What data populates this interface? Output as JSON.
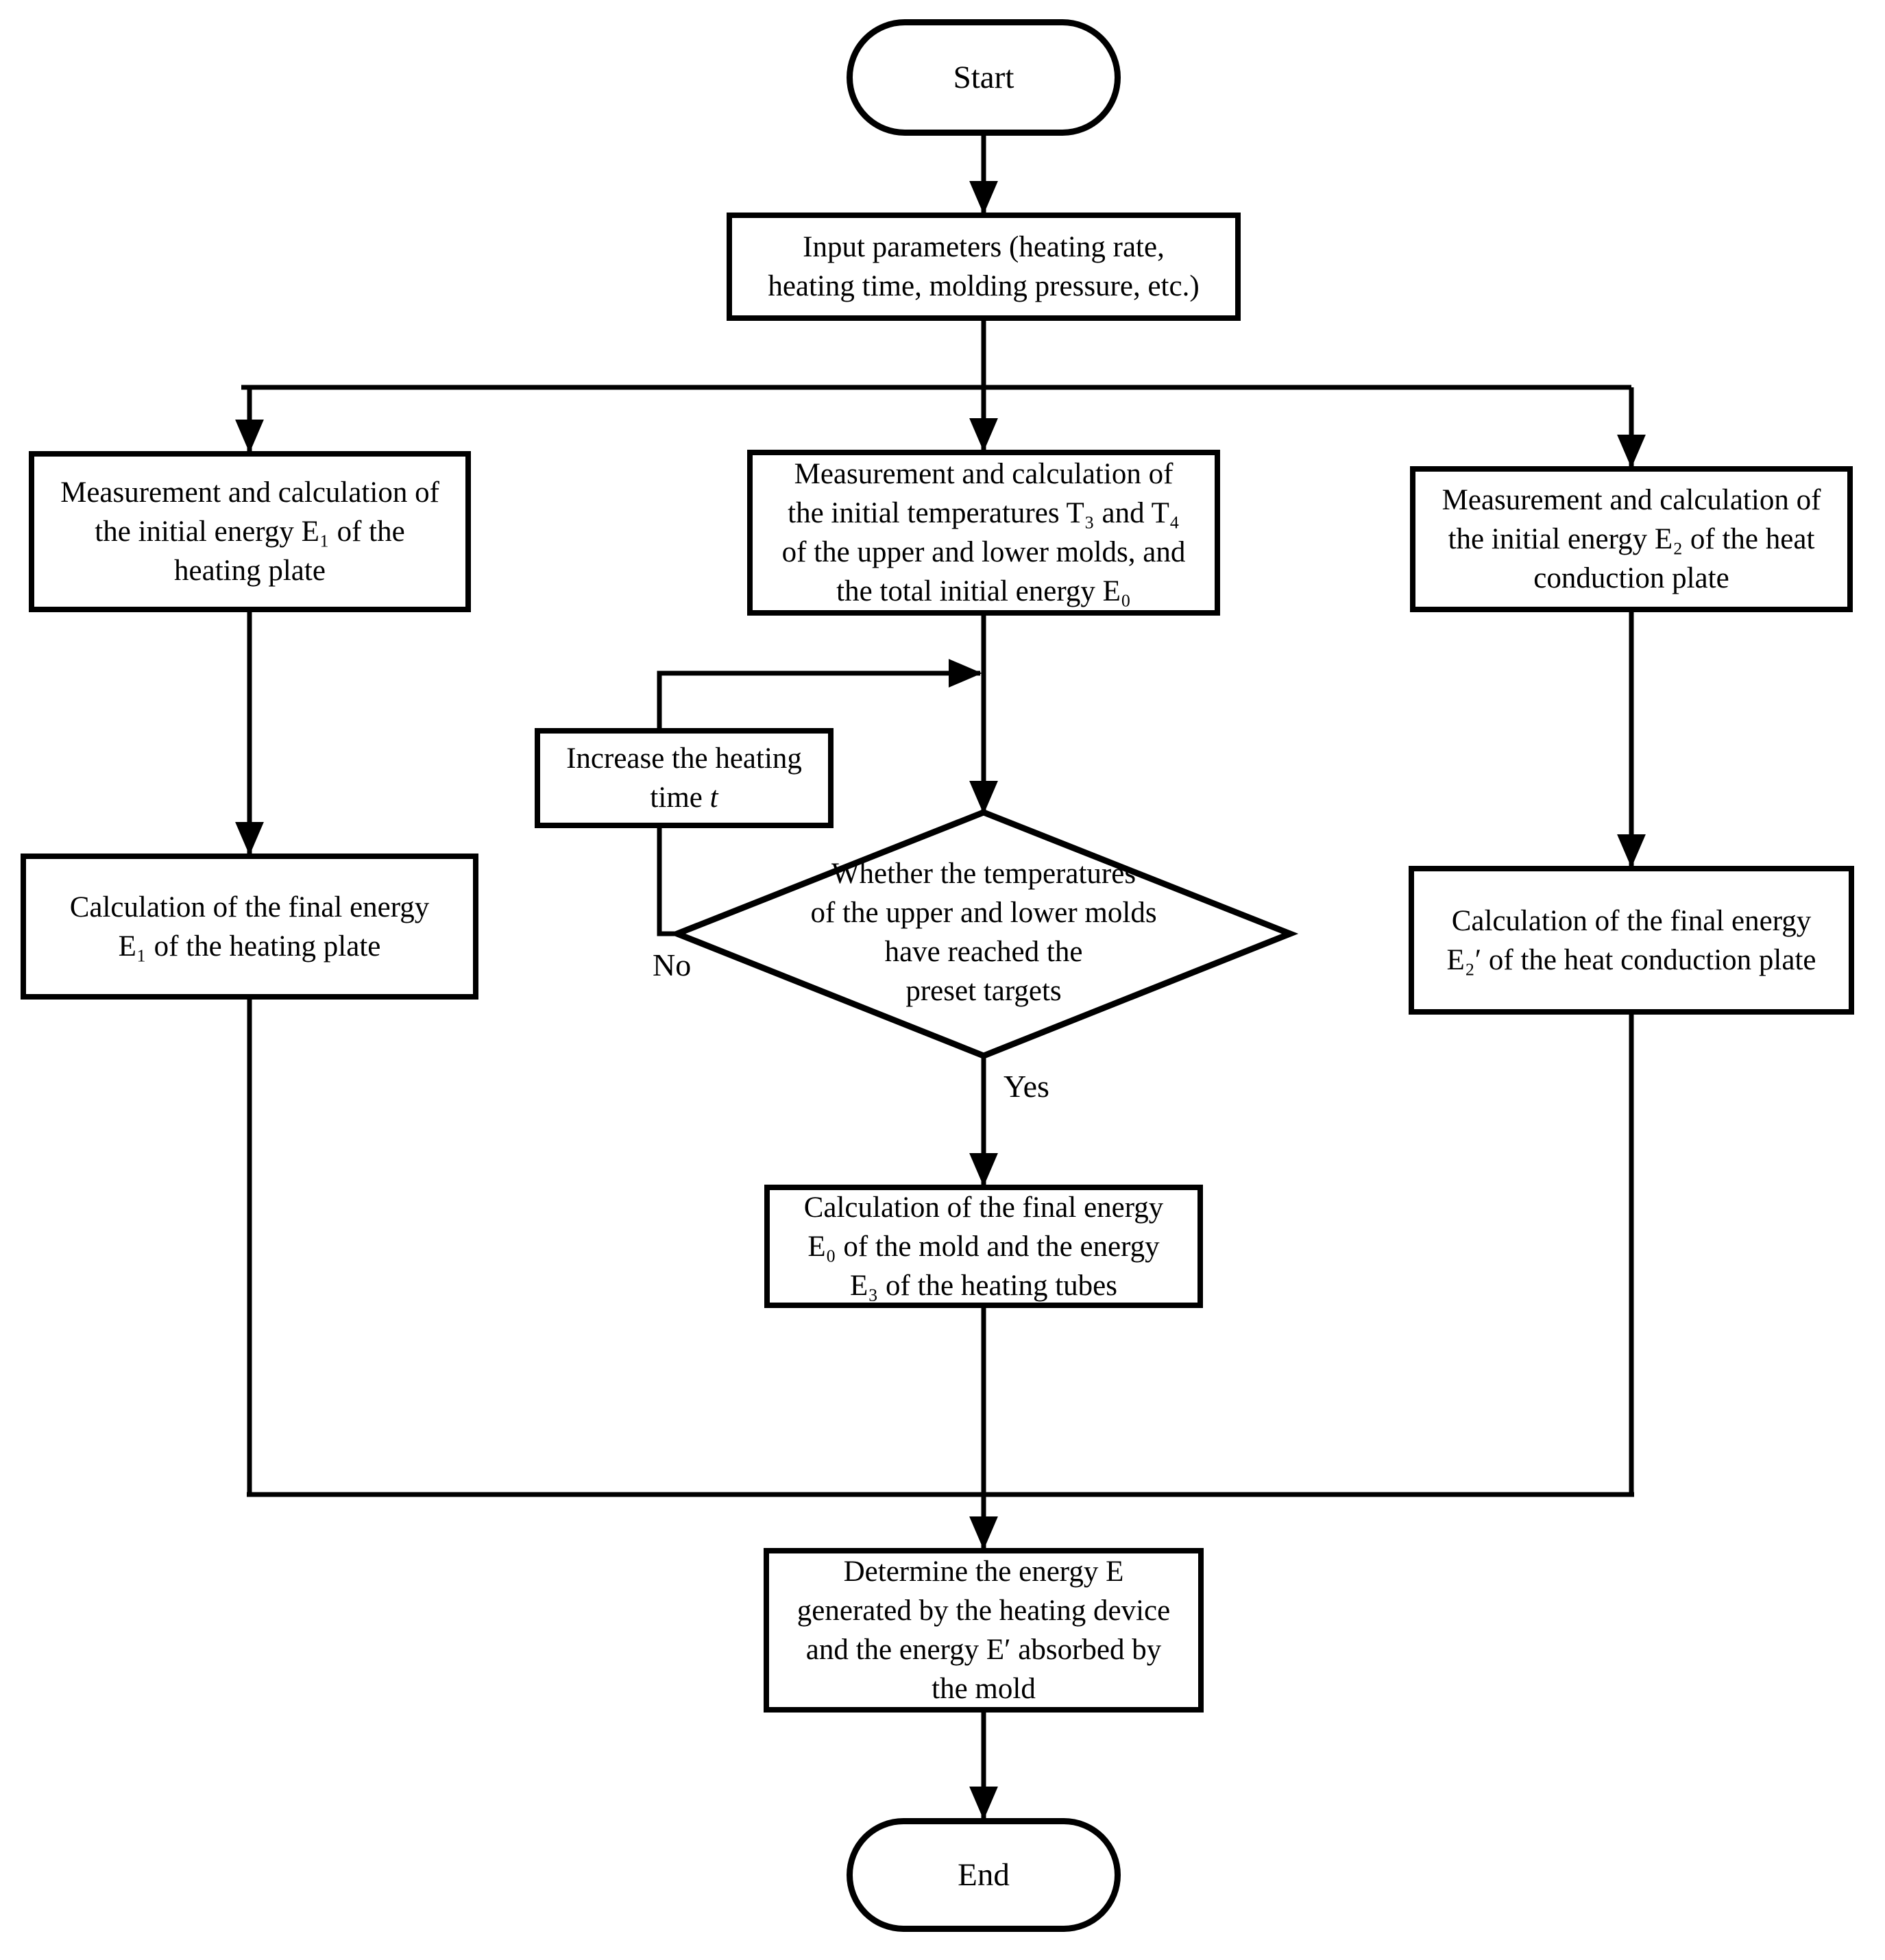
{
  "nodes": {
    "start": {
      "label": "Start"
    },
    "input_parameters": {
      "label": "Input parameters (heating rate,\nheating time, molding pressure, etc.)"
    },
    "measure_heating_plate": {
      "label": "Measurement and calculation of\nthe initial energy E₁ of the\nheating plate"
    },
    "measure_mold_temperatures": {
      "label": "Measurement and calculation of\nthe initial temperatures T₃ and T₄\nof the upper and lower molds, and\nthe total initial energy E₀"
    },
    "measure_heat_conduction_plate": {
      "label": "Measurement and calculation of\nthe initial energy E₂ of the heat\nconduction plate"
    },
    "increase_heating_time": {
      "label_prefix": "Increase the heating\ntime ",
      "label_variable": "t"
    },
    "decision_preset_targets": {
      "label": "Whether the temperatures\nof the upper and lower molds\nhave reached the\npreset targets"
    },
    "final_energy_heating_plate": {
      "label": "Calculation of the final energy\nE₁ of the heating plate"
    },
    "final_energy_heat_conduction_plate": {
      "label": "Calculation of the final energy\nE₂′ of the heat conduction plate"
    },
    "final_energy_mold_and_tubes": {
      "label": "Calculation of the final energy\nE₀ of the mold and the energy\nE₃ of the heating tubes"
    },
    "determine_energy": {
      "label": "Determine the energy E\ngenerated by the heating device\nand the energy E′ absorbed by\nthe mold"
    },
    "end": {
      "label": "End"
    }
  },
  "edge_labels": {
    "yes": "Yes",
    "no": "No"
  },
  "colors": {
    "line": "#000000",
    "background": "#ffffff",
    "text": "#000000"
  }
}
